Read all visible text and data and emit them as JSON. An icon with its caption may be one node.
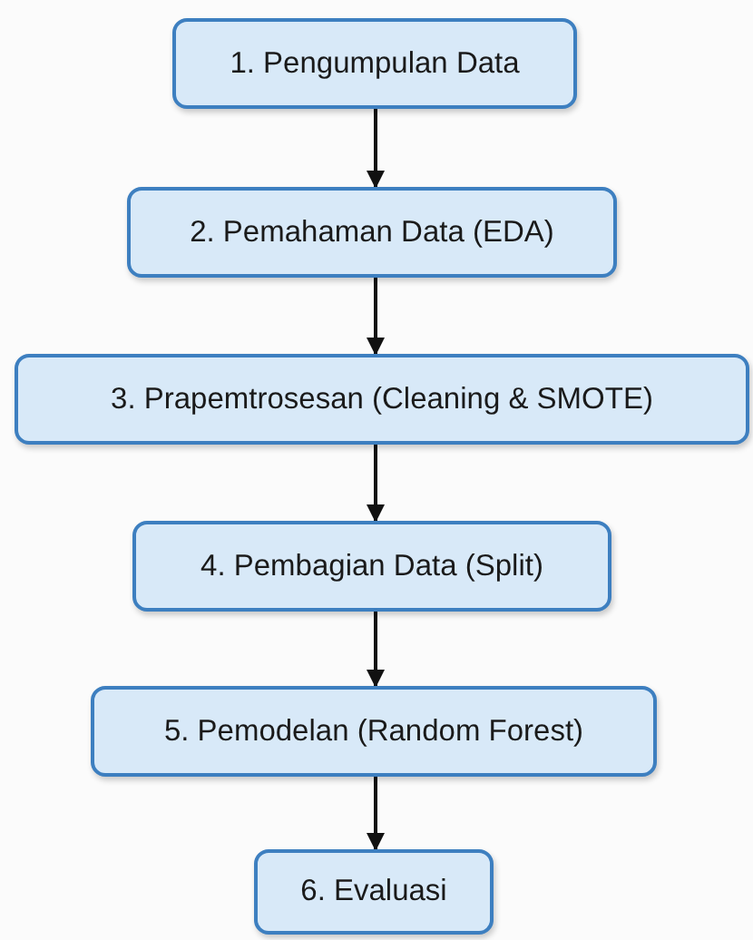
{
  "diagram": {
    "nodes": [
      {
        "text": [
          "1. Pengumpulan Data"
        ]
      },
      {
        "text": [
          "2. Pemahaman Data (EDA)"
        ]
      },
      {
        "text": [
          "3. Prapemtrosesan (Cleaning & SMOTE)"
        ]
      },
      {
        "text": [
          "4. Pembagian Data (Split)"
        ]
      },
      {
        "text": [
          "5. Pemodelan (Random Forest)"
        ]
      },
      {
        "text": [
          "6. Evaluasi"
        ]
      }
    ],
    "edges": [
      {
        "from": 0,
        "to": 1,
        "arrow": "to"
      },
      {
        "from": 1,
        "to": 2,
        "arrow": "to"
      },
      {
        "from": 2,
        "to": 3,
        "arrow": "to"
      },
      {
        "from": 3,
        "to": 4,
        "arrow": "to"
      },
      {
        "from": 4,
        "to": 5,
        "arrow": "to"
      }
    ]
  }
}
